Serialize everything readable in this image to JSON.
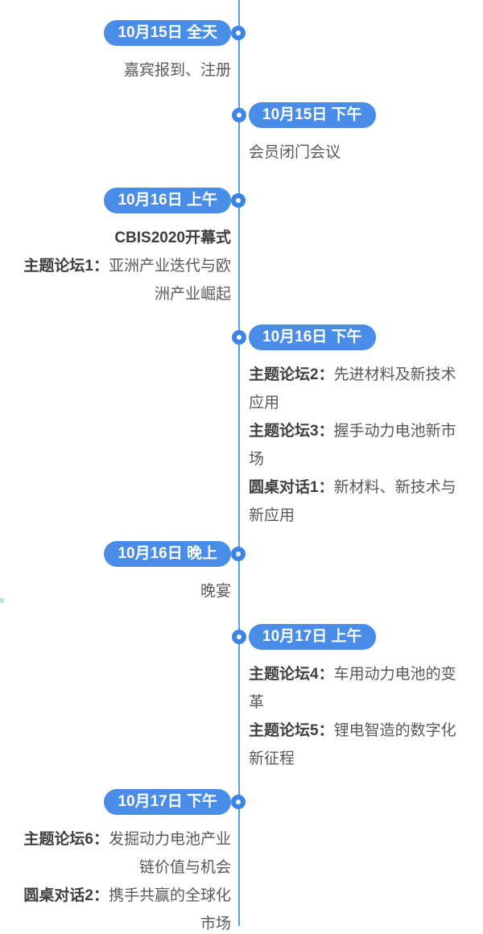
{
  "colors": {
    "pill_background": "#4a8de8",
    "node_dot": "#3d85e4",
    "axis_line": "#5c9ce8",
    "label_bold_text": "#3f3f3f",
    "body_text": "#595959",
    "pill_text": "#ffffff",
    "background": "#ffffff"
  },
  "timeline": {
    "entries": [
      {
        "side": "left",
        "date": "10月15日 全天",
        "items": [
          {
            "label": "",
            "text": "嘉宾报到、注册"
          }
        ]
      },
      {
        "side": "right",
        "date": "10月15日 下午",
        "items": [
          {
            "label": "",
            "text": "会员闭门会议"
          }
        ]
      },
      {
        "side": "left",
        "date": "10月16日 上午",
        "items": [
          {
            "label": "CBIS2020开幕式",
            "text": ""
          },
          {
            "label": "主题论坛1：",
            "text": "亚洲产业迭代与欧洲产业崛起"
          }
        ]
      },
      {
        "side": "right",
        "date": "10月16日 下午",
        "items": [
          {
            "label": "主题论坛2：",
            "text": "先进材料及新技术应用"
          },
          {
            "label": "主题论坛3：",
            "text": "握手动力电池新市场"
          },
          {
            "label": "圆桌对话1：",
            "text": "新材料、新技术与新应用"
          }
        ]
      },
      {
        "side": "left",
        "date": "10月16日 晚上",
        "items": [
          {
            "label": "",
            "text": "晚宴"
          }
        ]
      },
      {
        "side": "right",
        "date": "10月17日 上午",
        "items": [
          {
            "label": "主题论坛4：",
            "text": "车用动力电池的变革"
          },
          {
            "label": "主题论坛5：",
            "text": "锂电智造的数字化新征程"
          }
        ]
      },
      {
        "side": "left",
        "date": "10月17日 下午",
        "items": [
          {
            "label": "主题论坛6：",
            "text": "发掘动力电池产业链价值与机会"
          },
          {
            "label": "圆桌对话2：",
            "text": "携手共赢的全球化市场"
          }
        ]
      }
    ]
  }
}
